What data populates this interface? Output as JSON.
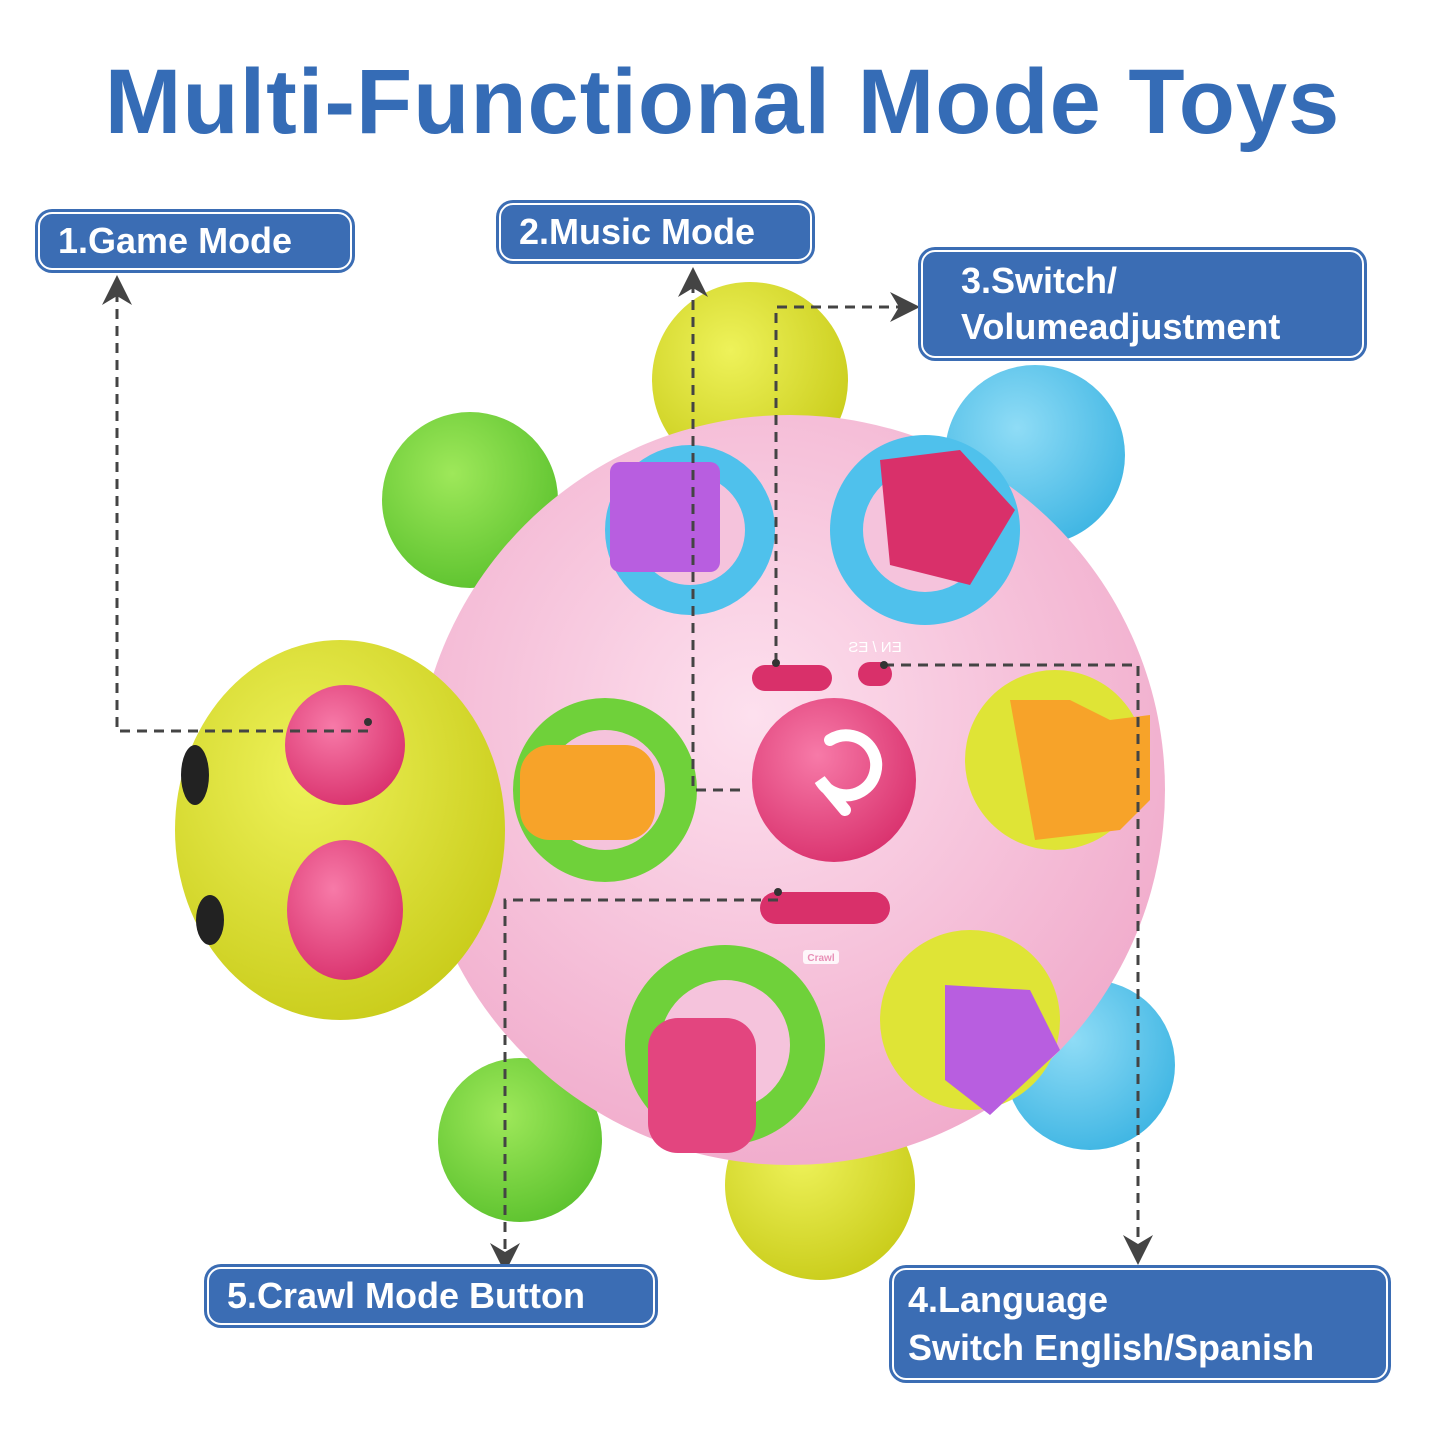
{
  "title": "Multi-Functional Mode Toys",
  "labels": {
    "game": "1.Game Mode",
    "music": "2.Music Mode",
    "switch_line1": "3.Switch/",
    "switch_line2": "Volumeadjustment",
    "language_line1": "4.Language",
    "language_line2": "Switch English/Spanish",
    "crawl": "5.Crawl Mode Button"
  },
  "toy_text": {
    "lang_switch": "EN / ES",
    "crawl_tag": "Crawl"
  },
  "colors": {
    "brand_blue": "#356cb6",
    "body_pink": "#f6bfd9",
    "accent_magenta": "#e3457f"
  }
}
